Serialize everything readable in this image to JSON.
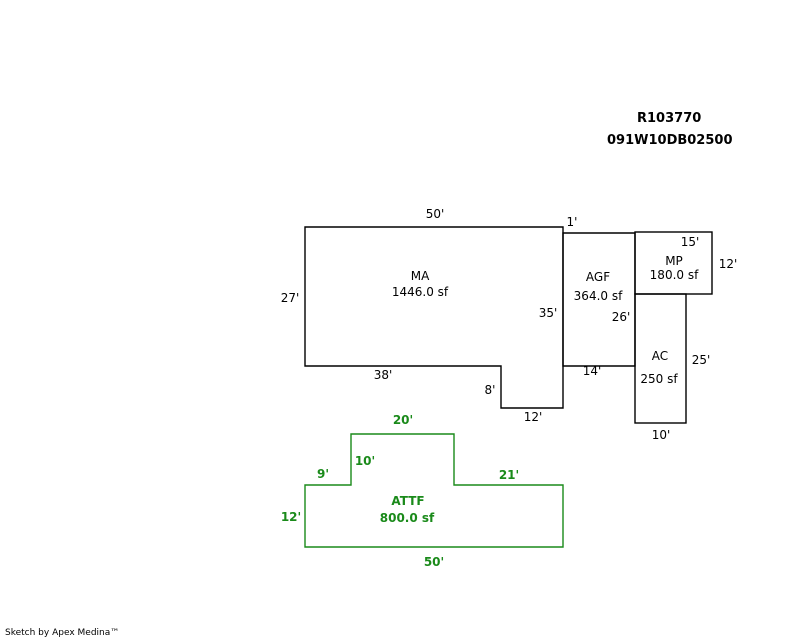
{
  "header": {
    "line1": "R103770",
    "line2": "091W10DB02500"
  },
  "credit": "Sketch by Apex Medina™",
  "colors": {
    "lines": "#000000",
    "attf": "#1a8a1a"
  },
  "areas": {
    "ma": {
      "name": "MA",
      "area": "1446.0 sf"
    },
    "agf": {
      "name": "AGF",
      "area": "364.0 sf"
    },
    "mp": {
      "name": "MP",
      "area": "180.0 sf"
    },
    "ac": {
      "name": "AC",
      "area": "250 sf"
    },
    "attf": {
      "name": "ATTF",
      "area": "800.0 sf"
    }
  },
  "dims": {
    "ma_top": "50'",
    "ma_left": "27'",
    "ma_bottom": "38'",
    "ma_step": "8'",
    "ma_notch_bottom": "12'",
    "ma_right": "35'",
    "agf_top": "1'",
    "agf_right": "26'",
    "agf_bottom": "14'",
    "mp_top": "15'",
    "mp_right": "12'",
    "ac_right": "25'",
    "ac_bottom": "10'",
    "attf_top": "20'",
    "attf_left_step": "9'",
    "attf_inner": "10'",
    "attf_right_step": "21'",
    "attf_left": "12'",
    "attf_bottom": "50'"
  }
}
